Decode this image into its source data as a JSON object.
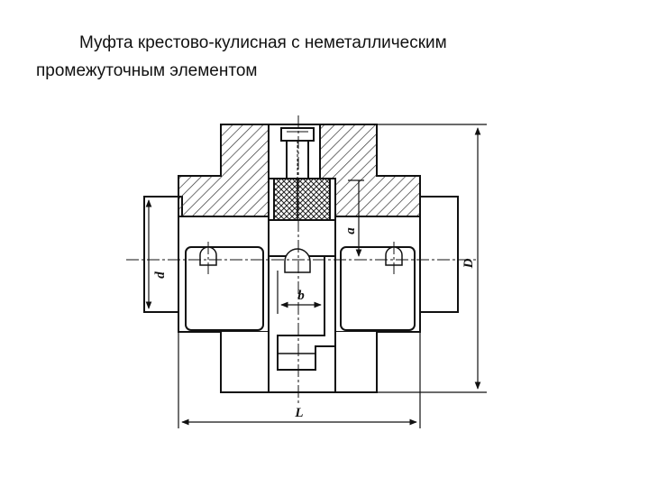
{
  "title": {
    "line1": "Муфта крестово-кулисная  с неметаллическим",
    "line2": "промежуточным элементом"
  },
  "diagram": {
    "labels": {
      "d": "d",
      "D": "D",
      "a": "a",
      "b": "b",
      "L": "L"
    },
    "colors": {
      "line": "#111111",
      "hatch": "#333333",
      "background": "#ffffff"
    }
  }
}
